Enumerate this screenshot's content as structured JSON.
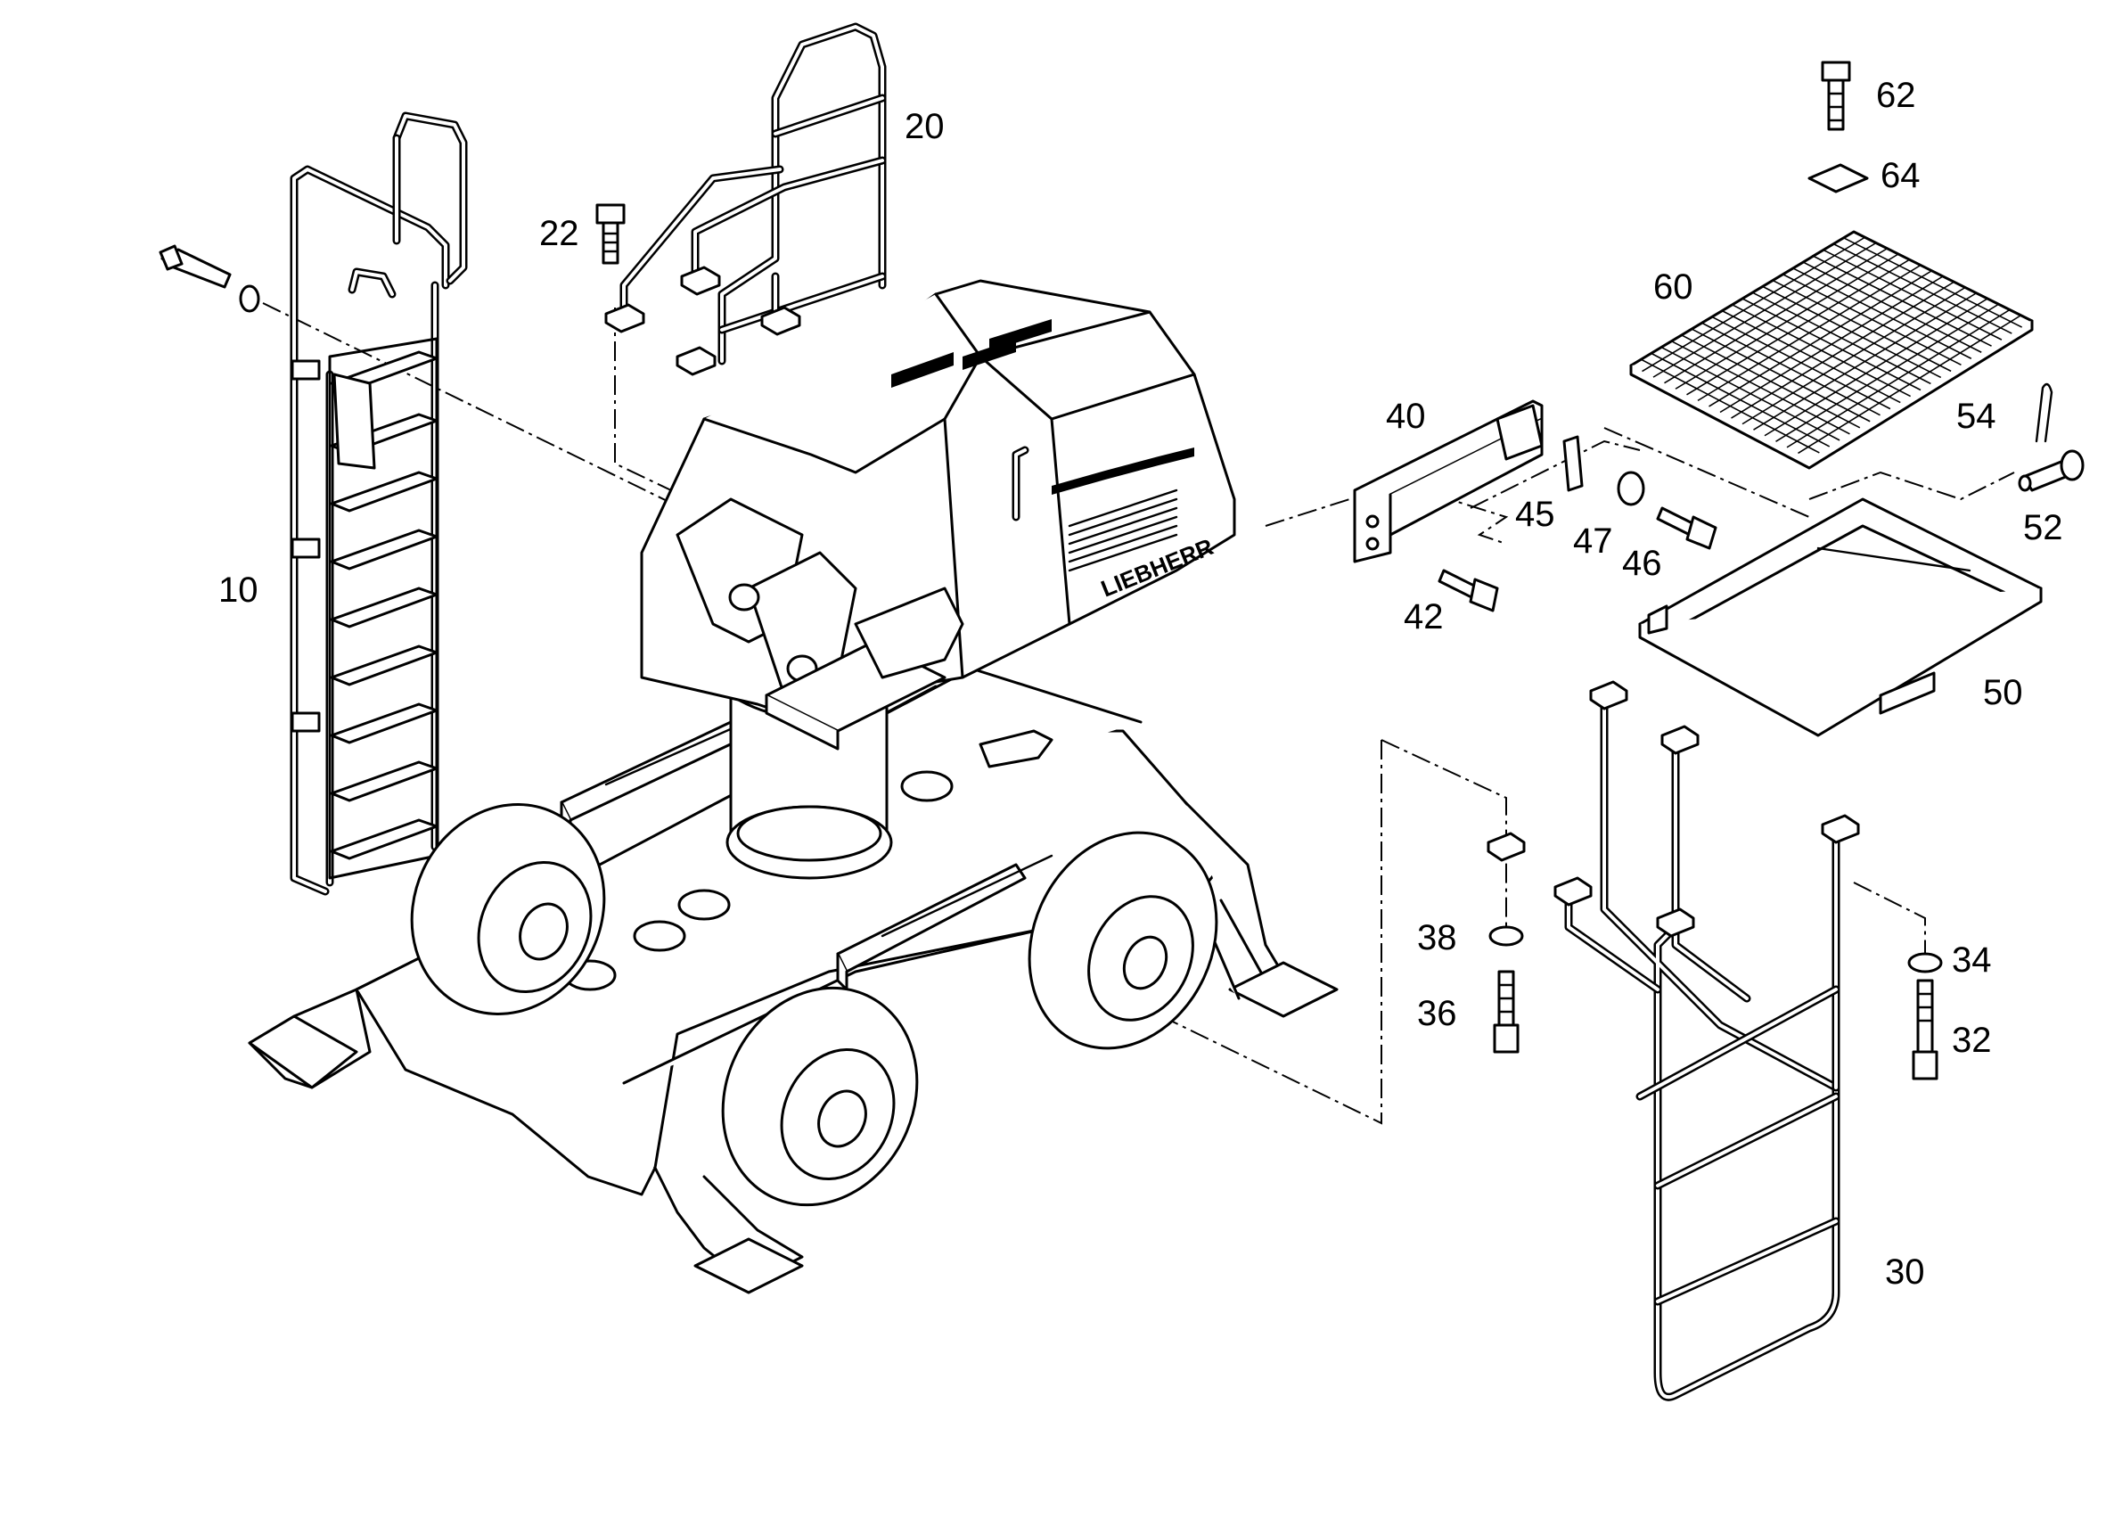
{
  "diagram": {
    "labels": {
      "ladder": "10",
      "railing": "20",
      "railing_screw": "22",
      "side_ladder": "30",
      "screw_32": "32",
      "washer_34": "34",
      "screw_36": "36",
      "washer_38": "38",
      "bracket": "40",
      "screw_42": "42",
      "clamp": "45",
      "screw_46": "46",
      "washer_47": "47",
      "platform_frame": "50",
      "pin": "52",
      "cotter_pin": "54",
      "grating": "60",
      "screw_62": "62",
      "plate_64": "64"
    },
    "brand_text": "LIEBHERR",
    "colors": {
      "line": "#000000",
      "background": "#ffffff"
    }
  }
}
